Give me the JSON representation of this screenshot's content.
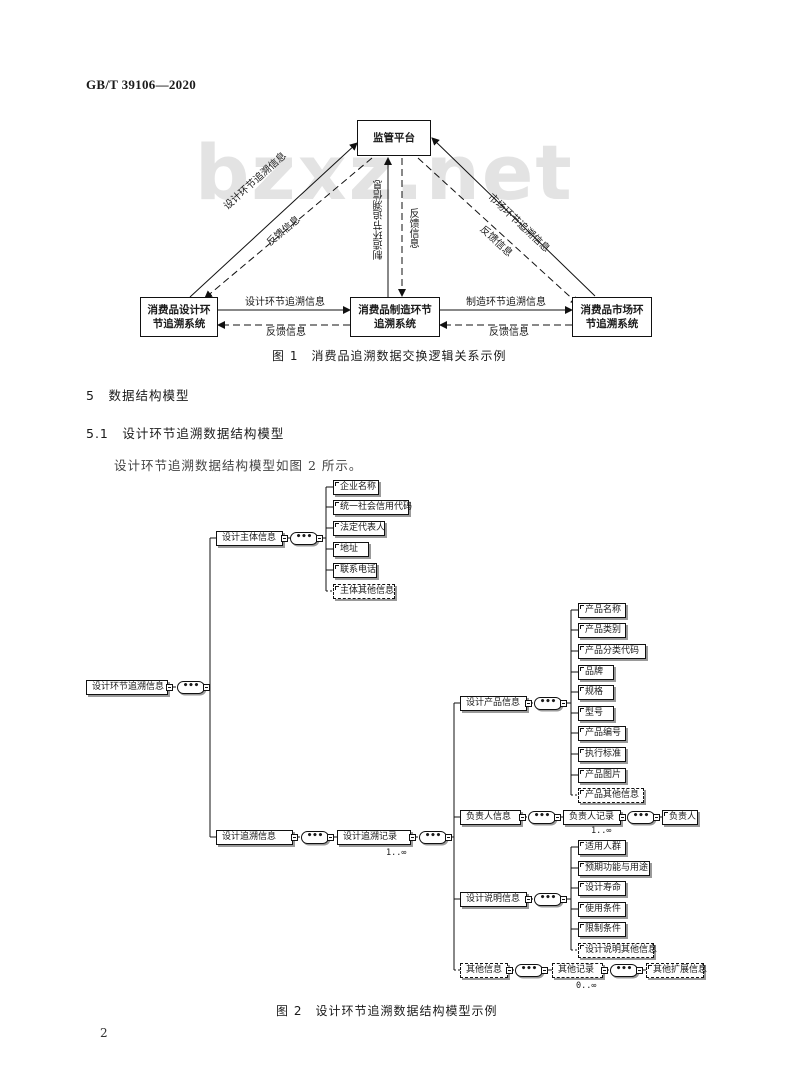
{
  "header": {
    "standard_code": "GB/T 39106—2020"
  },
  "watermark": {
    "text": "bzxz.net"
  },
  "figure1": {
    "boxes": {
      "top": "监管平台",
      "left": "消费品设计环节追溯系统",
      "middle": "消费品制造环节追溯系统",
      "right": "消费品市场环节追溯系统"
    },
    "labels": {
      "left_up": "设计环节追溯信息",
      "left_down": "反馈信息",
      "middle_up": "制造环节追溯信息",
      "middle_down": "反馈信息",
      "right_up": "市场环节追溯信息",
      "right_down": "反馈信息",
      "h_left_top": "设计环节追溯信息",
      "h_left_bottom": "反馈信息",
      "h_right_top": "制造环节追溯信息",
      "h_right_bottom": "反馈信息"
    },
    "caption": "图 1　消费品追溯数据交换逻辑关系示例"
  },
  "section5": {
    "heading": "5　数据结构模型"
  },
  "section5_1": {
    "heading": "5.1　设计环节追溯数据结构模型",
    "paragraph": "设计环节追溯数据结构模型如图 2 所示。"
  },
  "figure2": {
    "root": "设计环节追溯信息",
    "subject": {
      "label": "设计主体信息",
      "children": [
        "企业名称",
        "统一社会信用代码",
        "法定代表人",
        "地址",
        "联系电话",
        "主体其他信息"
      ]
    },
    "trace": {
      "label": "设计追溯信息",
      "record": "设计追溯记录",
      "cardinality": "1..∞"
    },
    "product": {
      "label": "设计产品信息",
      "children": [
        "产品名称",
        "产品类别",
        "产品分类代码",
        "品牌",
        "规格",
        "型号",
        "产品编号",
        "执行标准",
        "产品图片",
        "产品其他信息"
      ]
    },
    "responsible": {
      "label": "负责人信息",
      "record": "负责人记录",
      "leaf": "负责人",
      "cardinality": "1..∞"
    },
    "instructions": {
      "label": "设计说明信息",
      "children": [
        "适用人群",
        "预期功能与用途",
        "设计寿命",
        "使用条件",
        "限制条件",
        "设计说明其他信息"
      ]
    },
    "other": {
      "label": "其他信息",
      "record": "其他记录",
      "leaf": "其他扩展信息",
      "cardinality": "0..∞"
    },
    "seq_symbol": "•••",
    "caption": "图 2　设计环节追溯数据结构模型示例"
  },
  "footer": {
    "page_number": "2"
  }
}
